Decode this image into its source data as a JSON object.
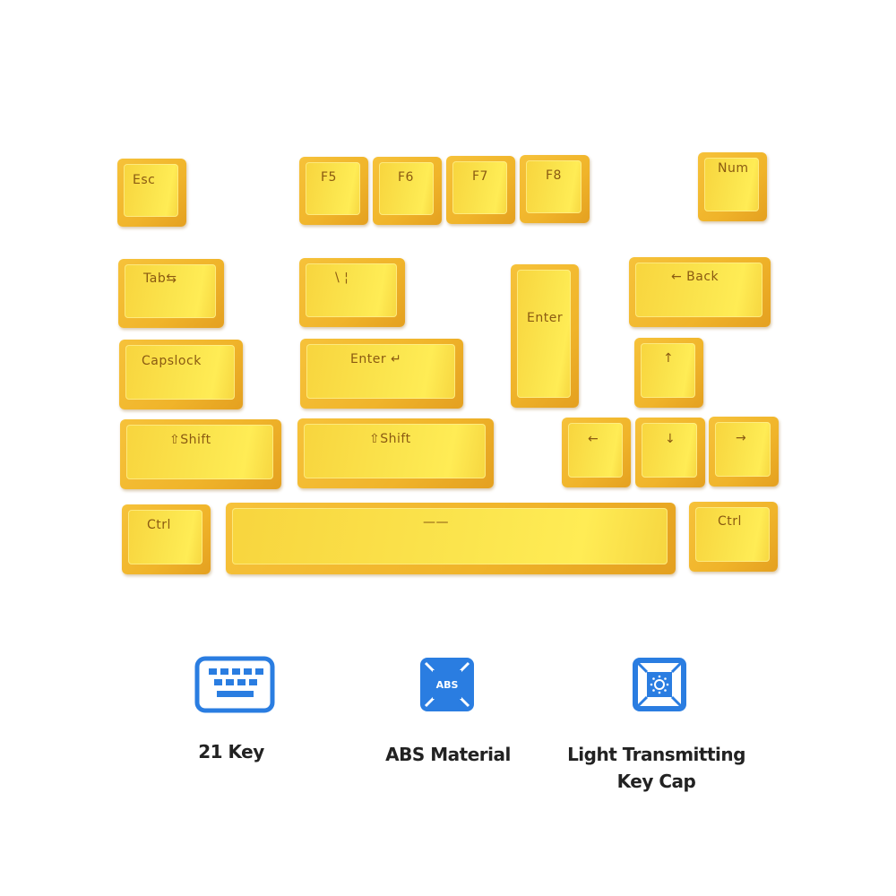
{
  "keycaps": {
    "color": "#f5c832",
    "legend_color": "#8a5a12",
    "keys": [
      {
        "id": "esc",
        "label": "Esc"
      },
      {
        "id": "f5",
        "label": "F5"
      },
      {
        "id": "f6",
        "label": "F6"
      },
      {
        "id": "f7",
        "label": "F7"
      },
      {
        "id": "f8",
        "label": "F8"
      },
      {
        "id": "num",
        "label": "Num"
      },
      {
        "id": "tab",
        "label": "Tab⇆"
      },
      {
        "id": "backslash",
        "label": "\\   ¦"
      },
      {
        "id": "enter_tall",
        "label": "Enter"
      },
      {
        "id": "back",
        "label": "← Back"
      },
      {
        "id": "capslock",
        "label": "Capslock"
      },
      {
        "id": "enter_wide",
        "label": "Enter ↵"
      },
      {
        "id": "up",
        "label": "↑"
      },
      {
        "id": "lshift",
        "label": "⇧Shift"
      },
      {
        "id": "rshift",
        "label": "⇧Shift"
      },
      {
        "id": "left",
        "label": "←"
      },
      {
        "id": "down",
        "label": "↓"
      },
      {
        "id": "right",
        "label": "→"
      },
      {
        "id": "lctrl",
        "label": "Ctrl"
      },
      {
        "id": "space",
        "label": "——"
      },
      {
        "id": "rctrl",
        "label": "Ctrl"
      }
    ]
  },
  "features": [
    {
      "icon": "keyboard-icon",
      "title": "21 Key"
    },
    {
      "icon": "abs-keycap-icon",
      "icon_text": "ABS",
      "title": "ABS Material"
    },
    {
      "icon": "light-keycap-icon",
      "title_line1": "Light Transmitting",
      "title_line2": "Key Cap"
    }
  ],
  "accent_color": "#2a7de1"
}
